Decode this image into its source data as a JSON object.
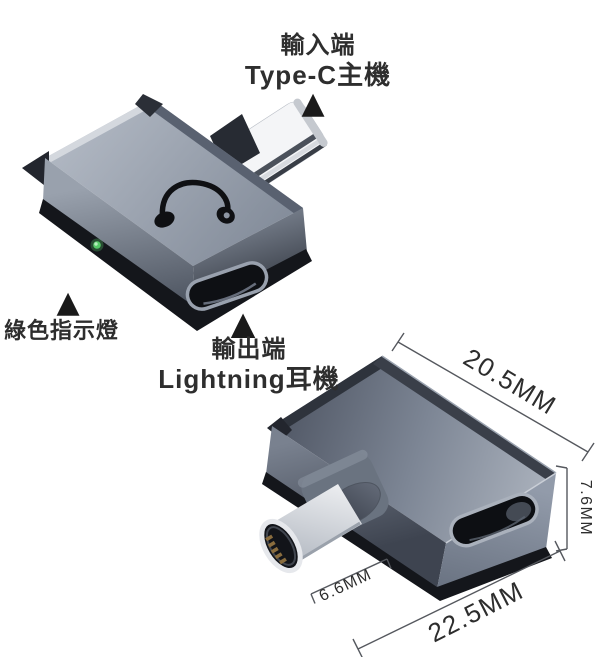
{
  "labels": {
    "input": {
      "line1": "輸入端",
      "line2": "Type-C主機"
    },
    "indicator": "綠色指示燈",
    "output": {
      "line1": "輸出端",
      "line2": "Lightning耳機"
    }
  },
  "dimensions": {
    "top_edge": "20.5MM",
    "side_height": "7.6MM",
    "plug_length": "6.6MM",
    "bottom_edge": "22.5MM"
  },
  "icons": {
    "up_arrow": "▲",
    "headset": "headset-engraving",
    "led": "green-led-dot"
  },
  "colors": {
    "background": "#ffffff",
    "label_text": "#2e2e2e",
    "dimension_text": "#2d2d2d",
    "dimension_line": "#55585e",
    "body_light": "#aab1bc",
    "body_mid": "#8a93a0",
    "body_dark": "#15171c",
    "led_green": "#55c967",
    "plug_silver": "#eef0f3",
    "port_rim": "#a9b0bb"
  }
}
